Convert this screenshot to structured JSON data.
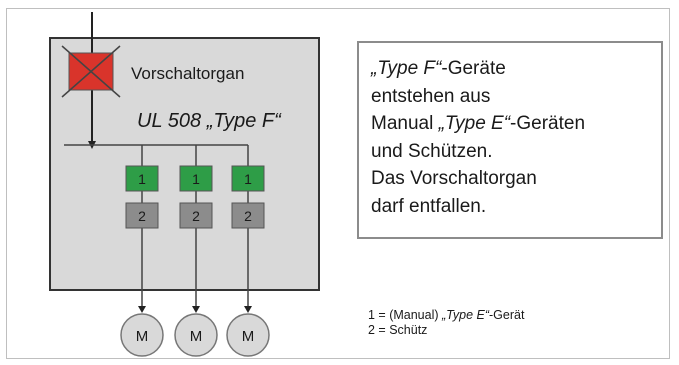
{
  "diagram": {
    "disconnector_label": "Vorschaltorgan",
    "device_label_prefix": "UL 508 ",
    "device_label_quoted": "„Type F“",
    "row1_labels": [
      "1",
      "1",
      "1"
    ],
    "row2_labels": [
      "2",
      "2",
      "2"
    ],
    "motor_labels": [
      "M",
      "M",
      "M"
    ]
  },
  "note": {
    "line1_quoted": "„Type F“",
    "line1_rest": "-Geräte",
    "line2": "entstehen aus",
    "line3_prefix": "Manual ",
    "line3_quoted": "„Type E“",
    "line3_rest": "-Geräten",
    "line4": "und Schützen.",
    "line5": "Das Vorschaltorgan",
    "line6": "darf entfallen."
  },
  "legend": {
    "line1_prefix": "1 = (Manual) ",
    "line1_quoted": "„Type E“",
    "line1_rest": "-Gerät",
    "line2": "2 = Schütz"
  },
  "colors": {
    "panel": "#d9d9d9",
    "contactor_green": "#2e9d47",
    "contactor_gray": "#8c8c8c",
    "disconnector_red": "#d9342b",
    "motor": "#d9d9d9"
  }
}
